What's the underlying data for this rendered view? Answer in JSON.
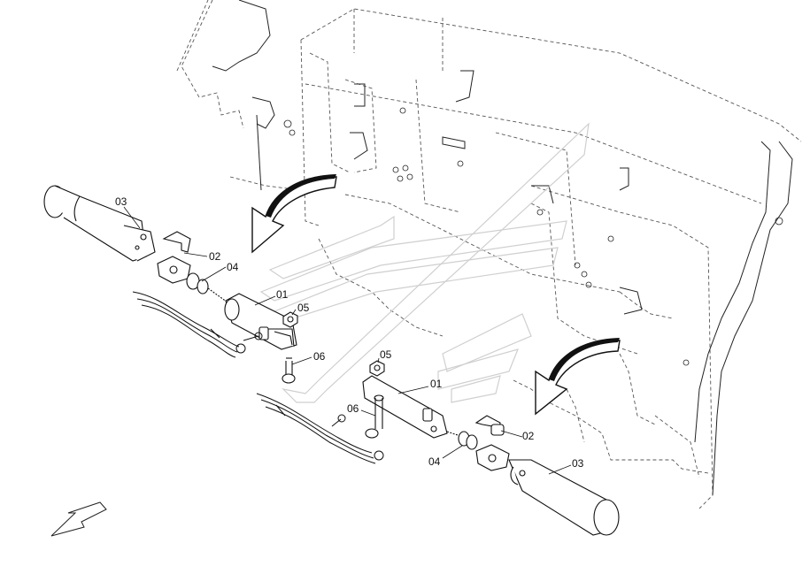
{
  "labels": {
    "l_03_top": "03",
    "l_02_top": "02",
    "l_04_top": "04",
    "l_01_top": "01",
    "l_05_top": "05",
    "l_06_top": "06",
    "l_05_bot": "05",
    "l_01_bot": "01",
    "l_06_bot": "06",
    "l_02_bot": "02",
    "l_04_bot": "04",
    "l_03_bot": "03"
  },
  "colors": {
    "line": "#222222",
    "dashed": "#555555",
    "watermark": "#cfcfcf",
    "fill_dark": "#111111"
  }
}
